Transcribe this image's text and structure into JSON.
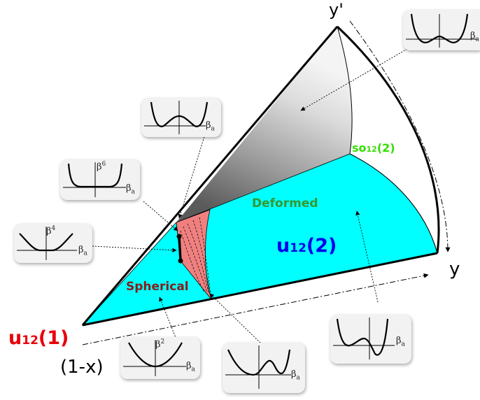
{
  "labels": {
    "y_prime": "y'",
    "y": "y",
    "one_minus_x": "(1-x)",
    "u12_1_base": "u",
    "u12_1_sub": "12",
    "u12_1_arg": "(1)",
    "u12_2_base": "u",
    "u12_2_sub": "12",
    "u12_2_arg": "(2)",
    "so12_2_base": "so",
    "so12_2_sub": "12",
    "so12_2_arg": "(2)",
    "deformed": "Deformed",
    "spherical": "Spherical"
  },
  "insets": {
    "beta_a": "β",
    "beta_a_sub": "a",
    "beta6": "β",
    "beta6_exp": "6",
    "beta4": "β",
    "beta4_exp": "4",
    "beta2": "β",
    "beta2_exp": "2"
  },
  "colors": {
    "u12_1": "#e8000b",
    "u12_2": "#0000ee",
    "so12_2": "#33dd00",
    "deformed": "#339933",
    "spherical": "#8b1a1a",
    "cyan_region": "#00ffff",
    "spherical_region": "#f08080"
  }
}
